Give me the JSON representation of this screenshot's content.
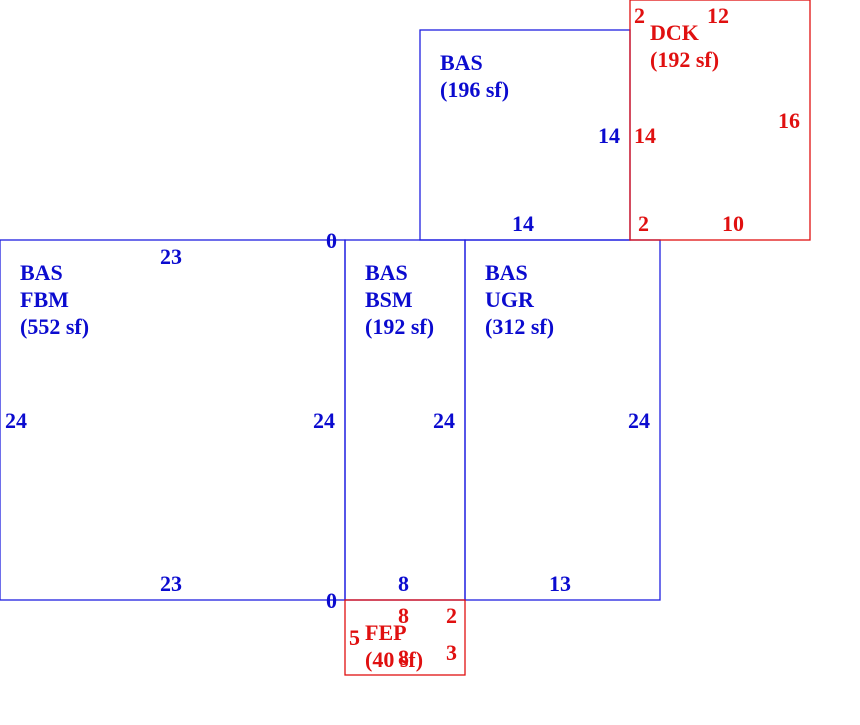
{
  "colors": {
    "base": "#0b0bcf",
    "addon": "#e01010",
    "background": "#ffffff"
  },
  "areas": {
    "bas_top": {
      "code": "BAS",
      "area": "(196 sf)"
    },
    "dck": {
      "code": "DCK",
      "area": "(192 sf)"
    },
    "bas_fbm": {
      "code": "BAS",
      "sub": "FBM",
      "area": "(552 sf)"
    },
    "bas_bsm": {
      "code": "BAS",
      "sub": "BSM",
      "area": "(192 sf)"
    },
    "bas_ugr": {
      "code": "BAS",
      "sub": "UGR",
      "area": "(312 sf)"
    },
    "fep": {
      "code": "FEP",
      "area": "(40 sf)"
    }
  },
  "dimensions": {
    "bas_top_right": "14",
    "bas_top_bottom": "14",
    "dck_left": "14",
    "dck_right": "16",
    "dck_top_left": "2",
    "dck_top": "12",
    "dck_bottom_left": "2",
    "dck_bottom": "10",
    "fbm_top": "23",
    "fbm_bottom": "23",
    "fbm_left": "24",
    "fbm_right": "24",
    "corner_top": "0",
    "corner_bottom": "0",
    "bsm_right": "24",
    "bsm_bottom": "8",
    "ugr_right": "24",
    "ugr_bottom": "13",
    "fep_top": "8",
    "fep_top_right": "2",
    "fep_left": "5",
    "fep_inner": "8",
    "fep_right": "3"
  }
}
